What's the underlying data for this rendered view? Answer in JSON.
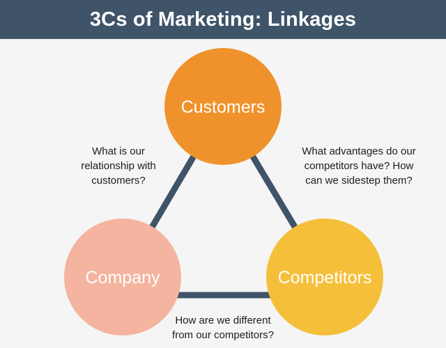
{
  "header": {
    "title": "3Cs of Marketing: Linkages"
  },
  "colors": {
    "header_bg": "#3f5468",
    "link_line": "#3f5468",
    "customers": "#f0922b",
    "company": "#f4b4a0",
    "competitors": "#f5bf3a",
    "background": "#f5f5f5"
  },
  "nodes": {
    "customers": {
      "label": "Customers"
    },
    "company": {
      "label": "Company"
    },
    "competitors": {
      "label": "Competitors"
    }
  },
  "questions": {
    "customers_company": "What is our\nrelationship with\ncustomers?",
    "customers_competitors": "What advantages do our\ncompetitors have? How\ncan we sidestep them?",
    "company_competitors": "How are we different\nfrom our competitors?"
  }
}
